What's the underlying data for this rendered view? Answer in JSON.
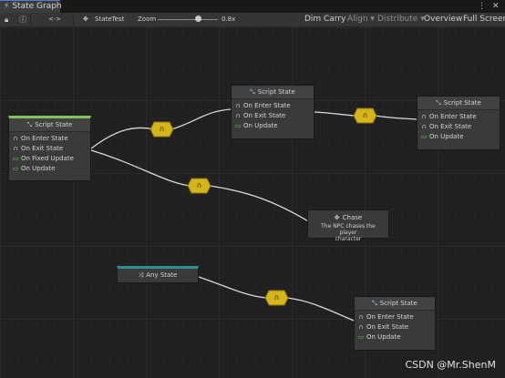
{
  "window": {
    "tab_title": "State Graph",
    "tab_icon": "state-graph-icon",
    "menu_glyph": "⋮",
    "close_glyph": "✕"
  },
  "toolbar": {
    "lock_icon": "lock-icon",
    "info_icon": "info-icon",
    "code_label": "<·>",
    "graph_name": "StateTest",
    "zoom_label": "Zoom",
    "zoom_value": "0.8x",
    "dim_label": "Dim",
    "carry_label": "Carry",
    "align_label": "Align ▾",
    "distribute_label": "Distribute ▾",
    "overview_label": "Overview",
    "fullscreen_label": "Full Screen"
  },
  "nodes": {
    "start": {
      "title": "Script State",
      "items": [
        "On Enter State",
        "On Exit State",
        "On Fixed Update",
        "On Update"
      ]
    },
    "top": {
      "title": "Script State",
      "items": [
        "On Enter State",
        "On Exit State",
        "On Update"
      ]
    },
    "right": {
      "title": "Script State",
      "items": [
        "On Enter State",
        "On Exit State",
        "On Update"
      ]
    },
    "chase": {
      "title": "Chase",
      "description_line1": "The NPC chases the player",
      "description_line2": "character"
    },
    "any": {
      "title": "Any State"
    },
    "bottom": {
      "title": "Script State",
      "items": [
        "On Enter State",
        "On Exit State",
        "On Update"
      ]
    }
  },
  "watermark": "CSDN @Mr.ShenM",
  "colors": {
    "start_bar": "#7fc35a",
    "any_bar": "#2f8f94",
    "transition": "#d4b51e",
    "wire": "#d9d9d9"
  }
}
